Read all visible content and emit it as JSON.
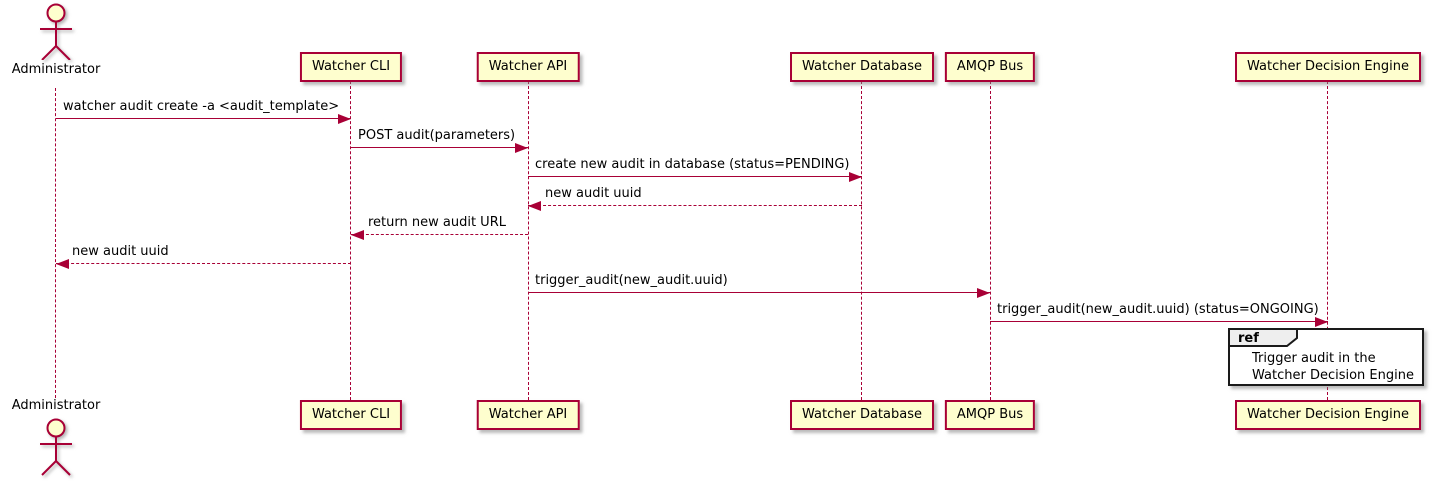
{
  "diagram": {
    "type": "sequence-diagram",
    "colors": {
      "accent": "#A80036",
      "participant_fill": "#FEFECE",
      "ref_tab_fill": "#EEEEEE",
      "ref_border": "#1A1A1A",
      "text": "#000000",
      "background": "#FFFFFF"
    }
  },
  "actor": {
    "name": "Administrator"
  },
  "participants": [
    {
      "label": "Watcher CLI"
    },
    {
      "label": "Watcher API"
    },
    {
      "label": "Watcher Database"
    },
    {
      "label": "AMQP Bus"
    },
    {
      "label": "Watcher Decision Engine"
    }
  ],
  "messages": [
    {
      "text": "watcher audit create -a <audit_template>",
      "from": "Administrator",
      "to": "Watcher CLI",
      "style": "solid",
      "direction": "right"
    },
    {
      "text": "POST audit(parameters)",
      "from": "Watcher CLI",
      "to": "Watcher API",
      "style": "solid",
      "direction": "right"
    },
    {
      "text": "create new audit in database (status=PENDING)",
      "from": "Watcher API",
      "to": "Watcher Database",
      "style": "solid",
      "direction": "right"
    },
    {
      "text": "new audit uuid",
      "from": "Watcher Database",
      "to": "Watcher API",
      "style": "dashed",
      "direction": "left"
    },
    {
      "text": "return new audit URL",
      "from": "Watcher API",
      "to": "Watcher CLI",
      "style": "dashed",
      "direction": "left"
    },
    {
      "text": "new audit uuid",
      "from": "Watcher CLI",
      "to": "Administrator",
      "style": "dashed",
      "direction": "left"
    },
    {
      "text": "trigger_audit(new_audit.uuid)",
      "from": "Watcher API",
      "to": "AMQP Bus",
      "style": "solid",
      "direction": "right"
    },
    {
      "text": "trigger_audit(new_audit.uuid) (status=ONGOING)",
      "from": "AMQP Bus",
      "to": "Watcher Decision Engine",
      "style": "solid",
      "direction": "right"
    }
  ],
  "ref": {
    "keyword": "ref",
    "lines": [
      "Trigger audit in the",
      "Watcher Decision Engine"
    ]
  }
}
